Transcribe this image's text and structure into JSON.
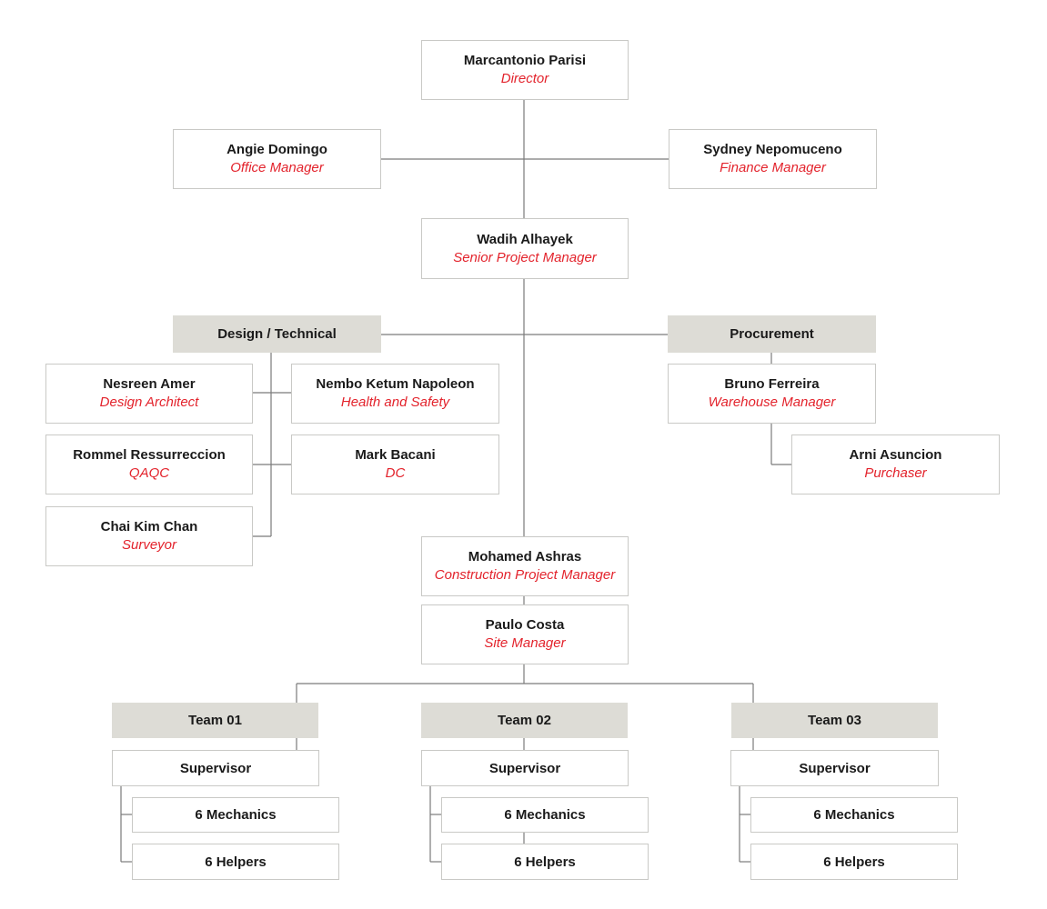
{
  "colors": {
    "line": "#7a7a7a",
    "border": "#c9c9c6",
    "header_bg": "#dddcd6",
    "role": "#e3232c",
    "name": "#1a1a1a"
  },
  "director": {
    "name": "Marcantonio Parisi",
    "role": "Director"
  },
  "office_manager": {
    "name": "Angie Domingo",
    "role": "Office Manager"
  },
  "finance_manager": {
    "name": "Sydney Nepomuceno",
    "role": "Finance Manager"
  },
  "senior_pm": {
    "name": "Wadih Alhayek",
    "role": "Senior Project Manager"
  },
  "design_technical": {
    "title": "Design / Technical",
    "members": [
      {
        "name": "Nesreen Amer",
        "role": "Design Architect"
      },
      {
        "name": "Nembo Ketum Napoleon",
        "role": "Health and Safety"
      },
      {
        "name": "Rommel Ressurreccion",
        "role": "QAQC"
      },
      {
        "name": "Mark Bacani",
        "role": "DC"
      },
      {
        "name": "Chai Kim Chan",
        "role": "Surveyor"
      }
    ]
  },
  "procurement": {
    "title": "Procurement",
    "members": [
      {
        "name": "Bruno Ferreira",
        "role": "Warehouse Manager"
      },
      {
        "name": "Arni Asuncion",
        "role": "Purchaser"
      }
    ]
  },
  "construction_pm": {
    "name": "Mohamed Ashras",
    "role": "Construction Project Manager"
  },
  "site_manager": {
    "name": "Paulo Costa",
    "role": "Site Manager"
  },
  "teams": [
    {
      "title": "Team 01",
      "supervisor": "Supervisor",
      "mechanics": "6 Mechanics",
      "helpers": "6 Helpers"
    },
    {
      "title": "Team 02",
      "supervisor": "Supervisor",
      "mechanics": "6 Mechanics",
      "helpers": "6 Helpers"
    },
    {
      "title": "Team 03",
      "supervisor": "Supervisor",
      "mechanics": "6 Mechanics",
      "helpers": "6 Helpers"
    }
  ]
}
